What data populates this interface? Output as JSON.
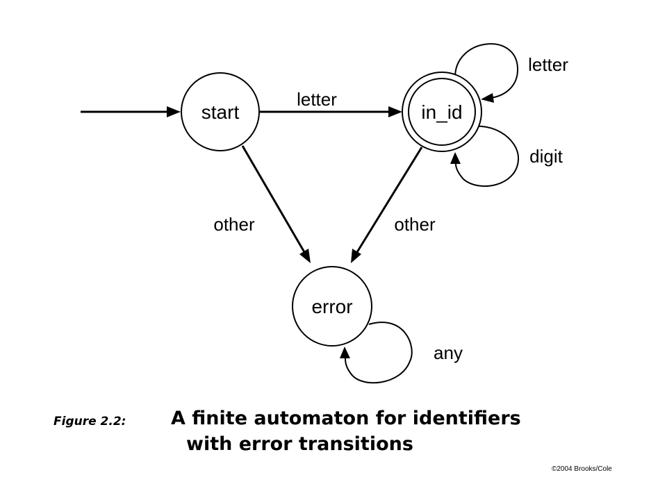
{
  "diagram": {
    "states": {
      "start": "start",
      "in_id": "in_id",
      "error": "error"
    },
    "transitions": {
      "start_to_in_id": "letter",
      "in_id_loop_letter": "letter",
      "in_id_loop_digit": "digit",
      "start_to_error": "other",
      "in_id_to_error": "other",
      "error_loop": "any"
    }
  },
  "caption": {
    "prefix": "Figure 2.2:",
    "line1": "A finite automaton for identifiers",
    "line2": "with error transitions"
  },
  "copyright": "©2004 Brooks/Cole"
}
